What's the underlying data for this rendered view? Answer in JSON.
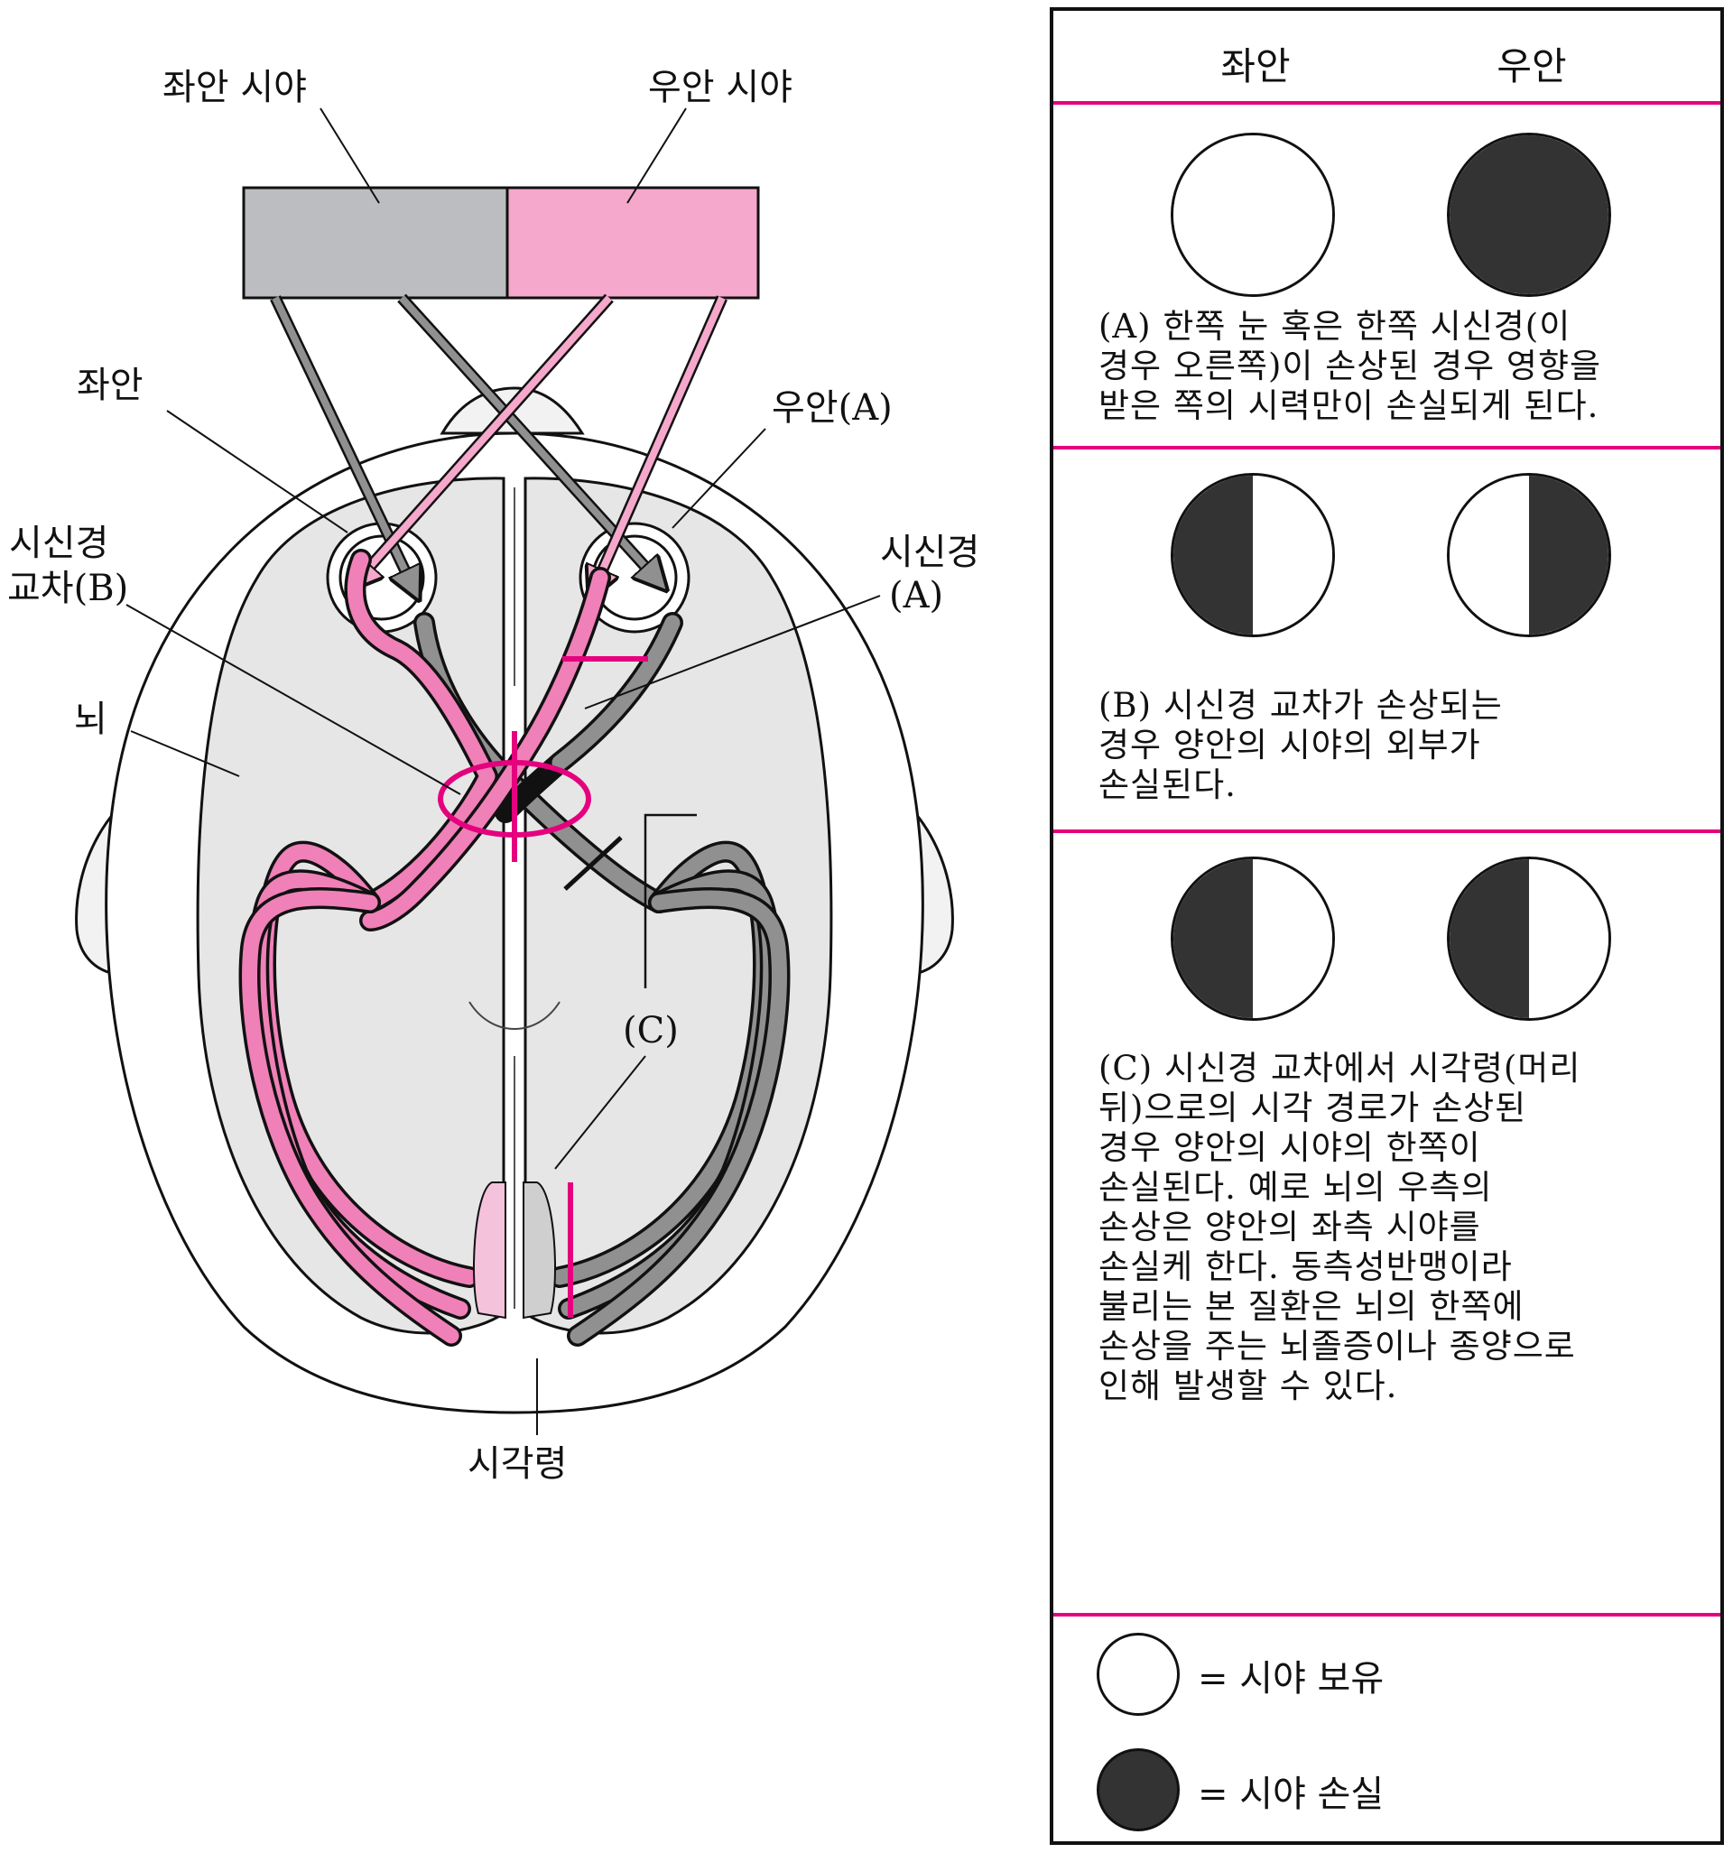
{
  "diagram": {
    "left_field": "좌안 시야",
    "right_field": "우안 시야",
    "left_eye": "좌안",
    "right_eye": "우안(A)",
    "chiasm_line1": "시신경",
    "chiasm_line2": "교차(B)",
    "nerve_line1": "시신경",
    "nerve_line2": "(A)",
    "brain": "뇌",
    "tract": "(C)",
    "visual_cortex": "시각령"
  },
  "panel": {
    "header_left": "좌안",
    "header_right": "우안",
    "rows": [
      {
        "left_eye": {
          "left": "retained",
          "right": "retained"
        },
        "right_eye": {
          "left": "lost",
          "right": "lost"
        },
        "lines": [
          "(A) 한쪽 눈 혹은 한쪽 시신경(이",
          "경우 오른쪽)이 손상된 경우 영향을",
          "받은 쪽의 시력만이 손실되게 된다."
        ]
      },
      {
        "left_eye": {
          "left": "lost",
          "right": "retained"
        },
        "right_eye": {
          "left": "retained",
          "right": "lost"
        },
        "lines": [
          "(B) 시신경 교차가 손상되는",
          "경우 양안의 시야의 외부가",
          "손실된다."
        ]
      },
      {
        "left_eye": {
          "left": "lost",
          "right": "retained"
        },
        "right_eye": {
          "left": "lost",
          "right": "retained"
        },
        "lines": [
          "(C) 시신경 교차에서 시각령(머리",
          "뒤)으로의 시각 경로가 손상된",
          "경우 양안의 시야의 한쪽이",
          "손실된다. 예로 뇌의 우측의",
          "손상은 양안의 좌측 시야를",
          "손실케 한다.  동측성반맹이라",
          "불리는 본 질환은 뇌의 한쪽에",
          "손상을 주는 뇌졸증이나 종양으로",
          "인해 발생할 수 있다."
        ]
      }
    ],
    "legend": {
      "retained_label": "= 시야 보유",
      "lost_label": "= 시야 손실"
    }
  },
  "colors": {
    "pink": "#f080b8",
    "gray": "#909090",
    "highlight": "#e5007e",
    "lost": "#333333",
    "brain_fill": "#e6e6e6",
    "field_gray": "#bcbdc1",
    "field_pink": "#f5a8cb"
  }
}
